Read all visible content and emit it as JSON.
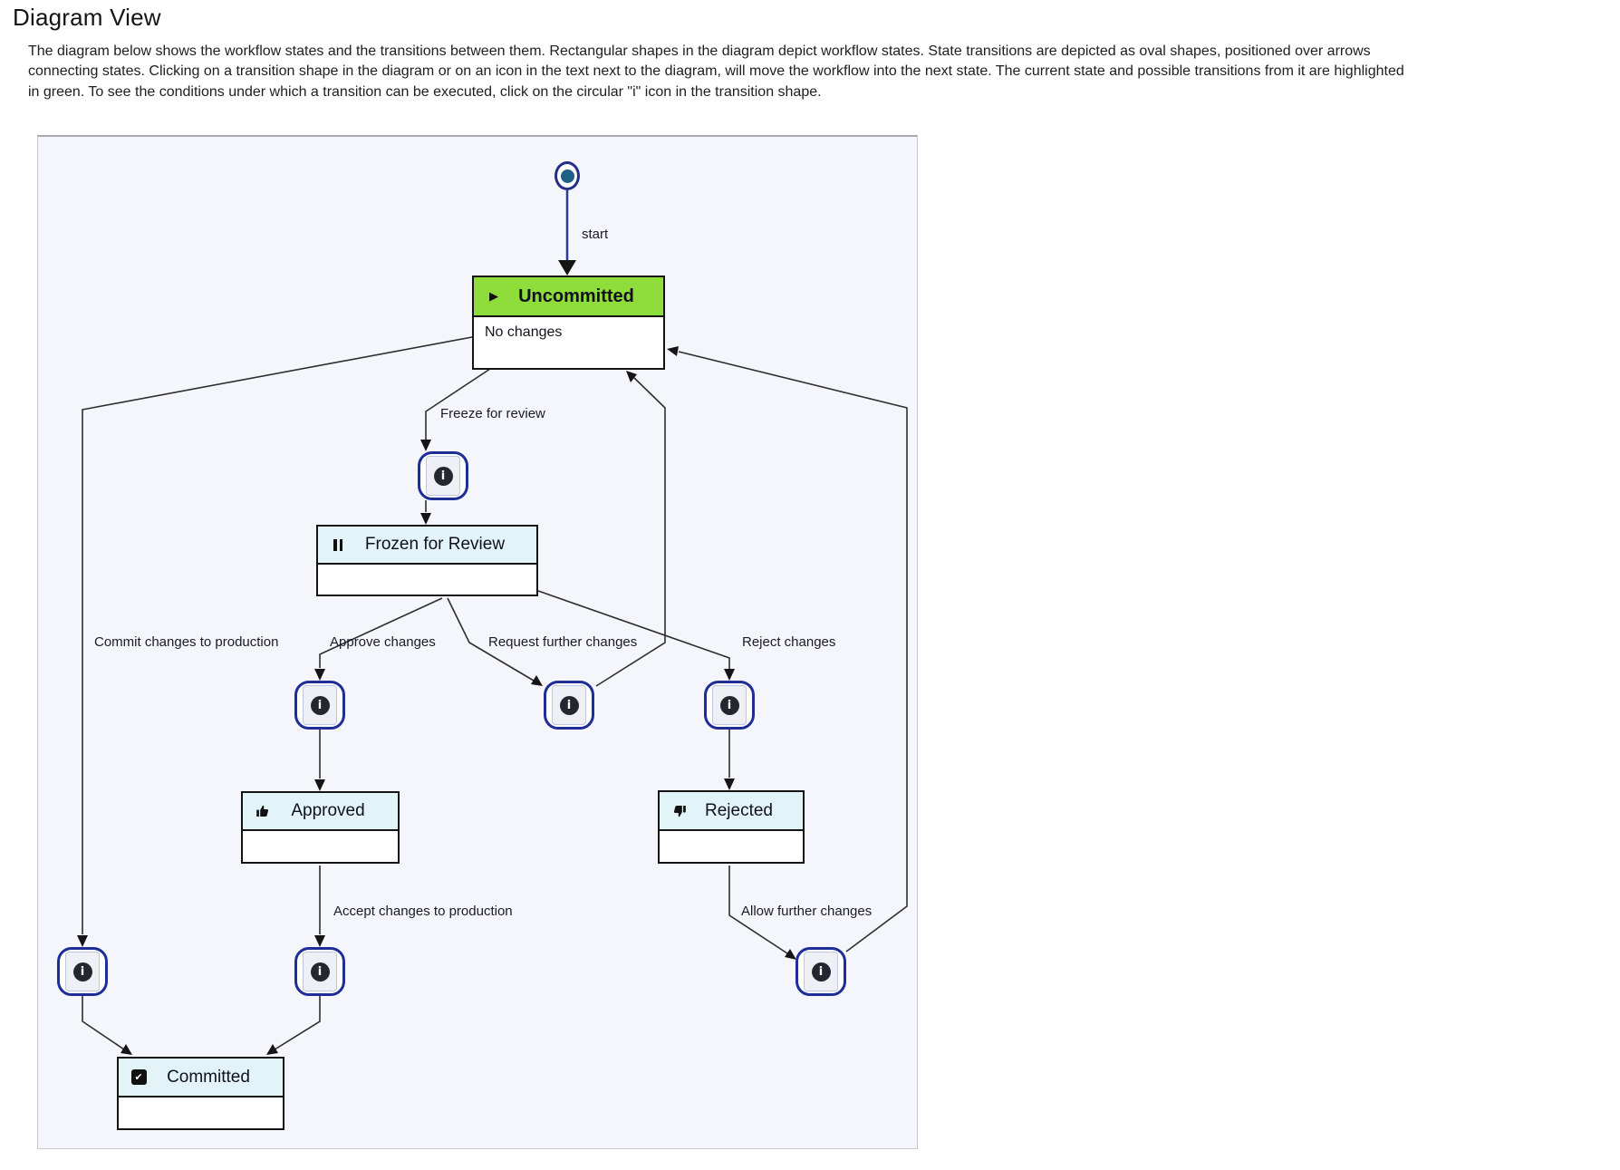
{
  "page": {
    "title": "Diagram View",
    "description": "The diagram below shows the workflow states and the transitions between them. Rectangular shapes in the diagram depict workflow states. State transitions are depicted as oval shapes, positioned over arrows connecting states. Clicking on a transition shape in the diagram or on an icon in the text next to the diagram, will move the workflow into the next state. The current state and possible transitions from it are highlighted in green. To see the conditions under which a transition can be executed, click on the circular \"i\" icon in the transition shape."
  },
  "colors": {
    "current_state_highlight": "#8edd3b",
    "state_header": "#e2f4f8",
    "transition_border": "#1f2d96",
    "panel_background": "#f5f6fb",
    "start_arrow": "#2b3a94",
    "edge_line": "#2e2e2e"
  },
  "diagram": {
    "states": {
      "uncommitted": {
        "label": "Uncommitted",
        "body": "No changes",
        "icon": "play-icon",
        "highlighted": true
      },
      "frozen": {
        "label": "Frozen for Review",
        "body": "",
        "icon": "pause-icon",
        "highlighted": false
      },
      "approved": {
        "label": "Approved",
        "body": "",
        "icon": "thumbs-up-icon",
        "highlighted": false
      },
      "rejected": {
        "label": "Rejected",
        "body": "",
        "icon": "thumbs-down-icon",
        "highlighted": false
      },
      "committed": {
        "label": "Committed",
        "body": "",
        "icon": "checkbox-icon",
        "highlighted": false
      }
    },
    "edge_labels": {
      "start": "start",
      "freeze": "Freeze for review",
      "commit": "Commit changes to production",
      "approve": "Approve changes",
      "request": "Request further changes",
      "reject": "Reject changes",
      "accept": "Accept changes to production",
      "allow": "Allow further changes"
    },
    "transitions": [
      {
        "label": "start",
        "from": "initial",
        "to": "uncommitted"
      },
      {
        "label": "Freeze for review",
        "from": "uncommitted",
        "to": "frozen"
      },
      {
        "label": "Commit changes to production",
        "from": "uncommitted",
        "to": "committed"
      },
      {
        "label": "Approve changes",
        "from": "frozen",
        "to": "approved"
      },
      {
        "label": "Request further changes",
        "from": "frozen",
        "to": "uncommitted"
      },
      {
        "label": "Reject changes",
        "from": "frozen",
        "to": "rejected"
      },
      {
        "label": "Accept changes to production",
        "from": "approved",
        "to": "committed"
      },
      {
        "label": "Allow further changes",
        "from": "rejected",
        "to": "uncommitted"
      }
    ],
    "info_icon_glyph": "i"
  }
}
